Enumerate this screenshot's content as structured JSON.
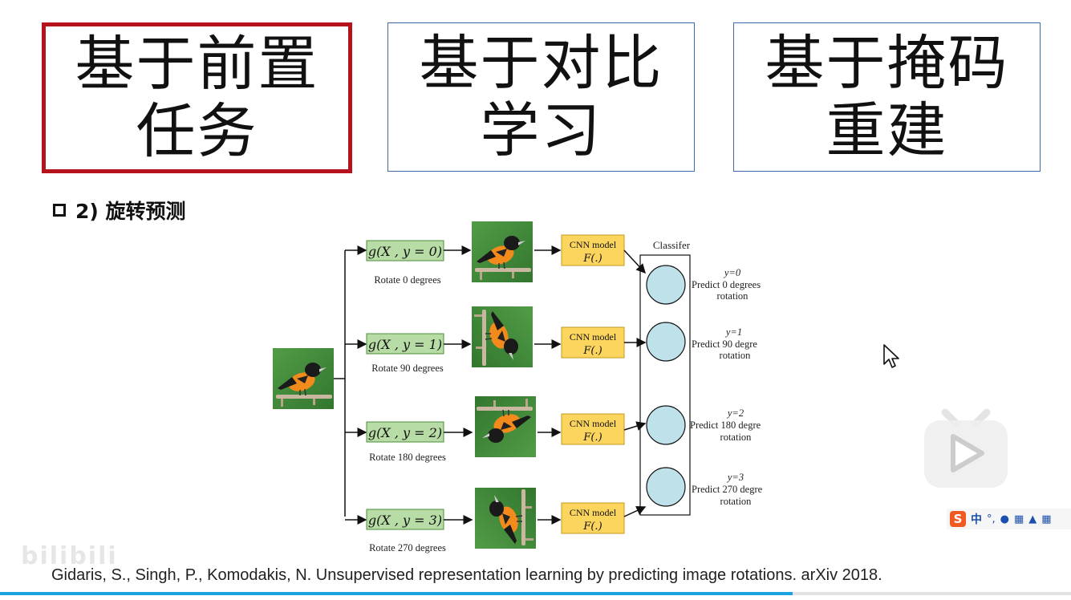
{
  "tabs": [
    {
      "label": "基于前置\n任务"
    },
    {
      "label": "基于对比\n学习"
    },
    {
      "label": "基于掩码\n重建"
    }
  ],
  "section": {
    "heading": "2) 旋转预测"
  },
  "diagram": {
    "branches": [
      {
        "func": "g(X , y = 0)",
        "rotate_label": "Rotate 0 degrees",
        "model": "CNN model",
        "model_fn": "F(.)",
        "y_label": "y=0",
        "predict_label": "Predict 0 degrees",
        "rotation_word": "rotation",
        "rotation_deg": 0
      },
      {
        "func": "g(X , y = 1)",
        "rotate_label": "Rotate 90 degrees",
        "model": "CNN model",
        "model_fn": "F(.)",
        "y_label": "y=1",
        "predict_label": "Predict 90 degre",
        "rotation_word": "rotation",
        "rotation_deg": 90
      },
      {
        "func": "g(X , y = 2)",
        "rotate_label": "Rotate 180 degrees",
        "model": "CNN model",
        "model_fn": "F(.)",
        "y_label": "y=2",
        "predict_label": "Predict 180 degre",
        "rotation_word": "rotation",
        "rotation_deg": 180
      },
      {
        "func": "g(X , y = 3)",
        "rotate_label": "Rotate 270 degrees",
        "model": "CNN model",
        "model_fn": "F(.)",
        "y_label": "y=3",
        "predict_label": "Predict 270 degre",
        "rotation_word": "rotation",
        "rotation_deg": 270
      }
    ],
    "classifier_label": "Classifer"
  },
  "citation": "Gidaris, S., Singh, P., Komodakis, N. Unsupervised representation learning by predicting image rotations. arXiv 2018.",
  "watermark": "bilibili",
  "ime": {
    "lang": "中"
  },
  "video_progress": 0.74,
  "colors": {
    "active_border": "#b5121b",
    "tab_border": "#3e6aa8",
    "func_box": "#b8dca5",
    "cnn_box": "#fcd55e",
    "classifier_node": "#bfe1ea",
    "progress": "#1aa3e0"
  }
}
